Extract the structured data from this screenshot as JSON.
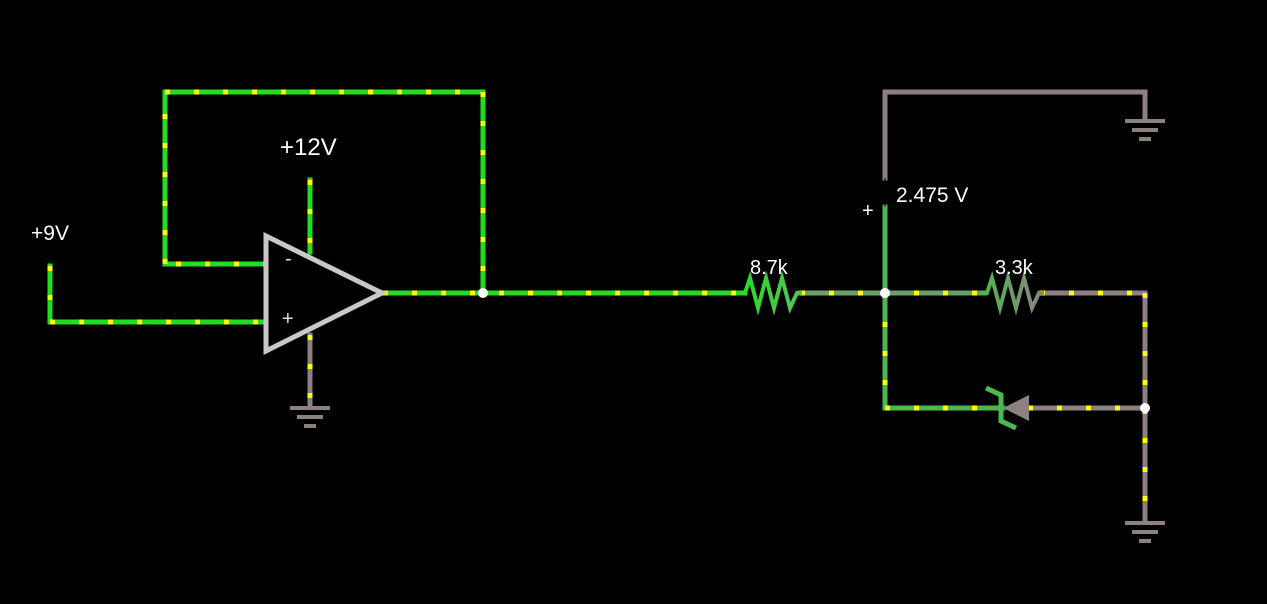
{
  "labels": {
    "supply_positive": "+12V",
    "input_source": "+9V",
    "meter_reading": "2.475 V",
    "meter_plus": "+",
    "resistor_1": "8.7k",
    "resistor_2": "3.3k",
    "opamp_inverting": "-",
    "opamp_noninverting": "+"
  },
  "colors": {
    "background": "#000000",
    "wire_active": "#22dd22",
    "wire_mid": "#4db84d",
    "wire_inactive": "#8c8080",
    "current_dot": "#ffff00",
    "node": "#ffffff",
    "opamp": "#c8c8c8"
  },
  "components": {
    "opamp": "opamp-icon",
    "ground": "ground-icon",
    "resistor": "resistor-icon",
    "diode": "zener-diode-icon",
    "voltmeter": "voltmeter-probe-icon"
  }
}
